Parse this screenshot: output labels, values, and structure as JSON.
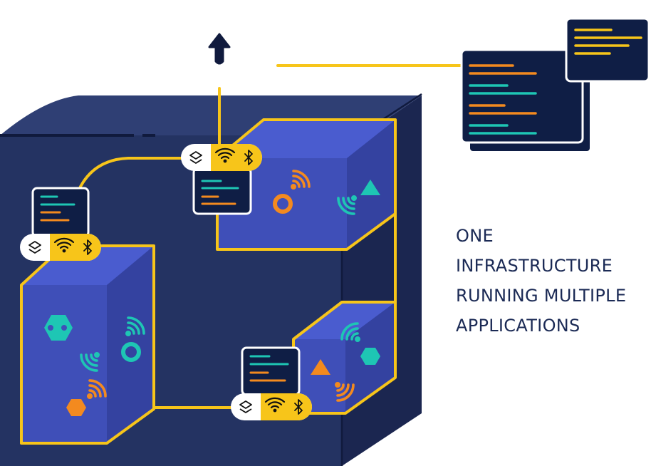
{
  "caption": {
    "lines": [
      "ONE",
      "INFRASTRUCTURE",
      "RUNNING MULTIPLE",
      "APPLICATIONS"
    ]
  },
  "colors": {
    "base_top": "#2f3f74",
    "base_front": "#243362",
    "base_side": "#1b2650",
    "cube_front": "#3f4fb8",
    "cube_side": "#3442a0",
    "cube_top": "#4a5ccf",
    "wire": "#f7c51a",
    "panel": "#0f1e45",
    "code_teal": "#1ec6b4",
    "code_orange": "#f38a1f",
    "code_yellow": "#f7c51a",
    "node_white": "#ffffff"
  },
  "icons": {
    "upload": "arrow-up-icon",
    "wifi": "wifi-icon",
    "bluetooth": "bluetooth-icon",
    "logo": "stack-logo-icon",
    "signal": "wireless-signal-icon",
    "ring": "ring-icon",
    "triangle": "triangle-icon",
    "hexagon": "hexagon-icon"
  }
}
